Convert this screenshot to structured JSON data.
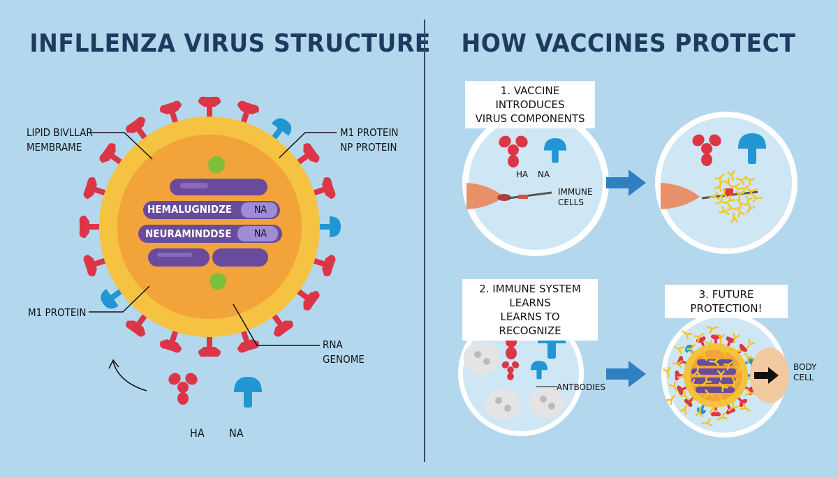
{
  "left_panel": {
    "title": "INFLLENZA VIRUS STRUCTURE",
    "labels": {
      "lipid": [
        "LIPID BIVLLAR",
        "MEMBRAME"
      ],
      "m1_np": [
        "M1 PROTEIN",
        "NP PROTEIN"
      ],
      "m1_lower": "M1 PROTEIN",
      "rna": [
        "RNA",
        "GENOME"
      ]
    },
    "core_bars": [
      {
        "text": "HEMALUGNIDZE",
        "tag": "NA"
      },
      {
        "text": "NEURAMINDDSE",
        "tag": "NA"
      }
    ],
    "legend": {
      "ha": "HA",
      "na": "NA"
    }
  },
  "right_panel": {
    "title": "HOW VACCINES PROTECT",
    "step1": [
      "1. VACCINE INTRODUCES",
      "VIRUS COMPONENTS"
    ],
    "step1_labels": {
      "ha": "HA",
      "na": "NA",
      "immune": [
        "IMMUNE",
        "CELLS"
      ]
    },
    "step2": [
      "2. IMMUNE SYSTEM LEARNS",
      "LEARNS TO RECOGNIZE"
    ],
    "step2_labels": {
      "antibodies": "ANTBODIES"
    },
    "step3": "3. FUTURE PROTECTION!",
    "step3_labels": {
      "body_cell": [
        "BODY",
        "CELL"
      ]
    }
  },
  "colors": {
    "background": "#b3d8ee",
    "ha_red": "#dc3545",
    "na_blue": "#2196d3",
    "envelope_yellow": "#f5c242",
    "core_orange": "#f2a33a",
    "rna_purple": "#6a4a9c",
    "title_navy": "#1e3a5f"
  }
}
